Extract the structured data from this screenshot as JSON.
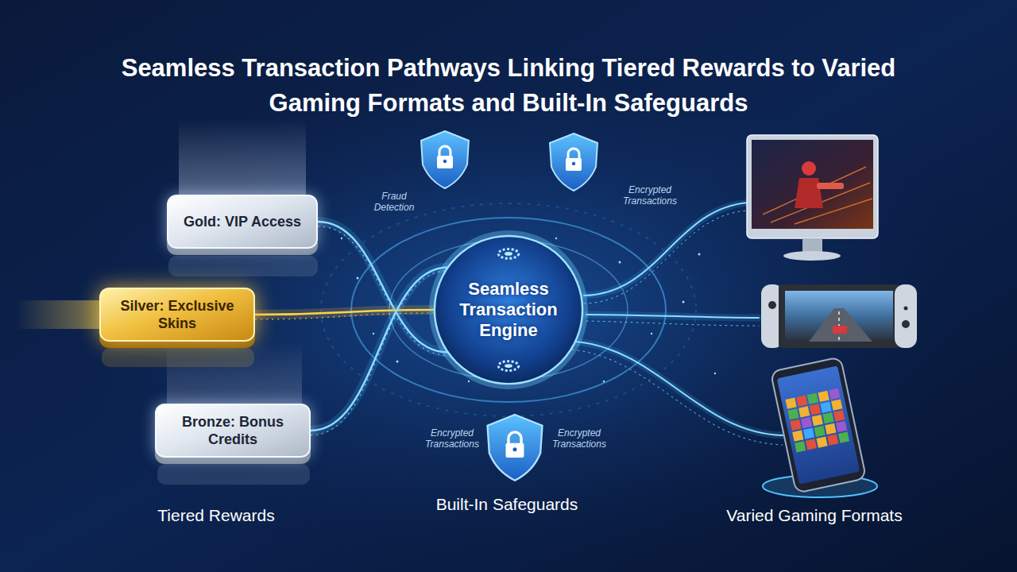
{
  "diagram": {
    "title": "Seamless Transaction Pathways Linking Tiered Rewards to Varied Gaming Formats and Built-In Safeguards",
    "nodes": [
      {
        "text": [
          "Gold: VIP Access"
        ]
      },
      {
        "text": [
          "Silver: Exclusive Skins"
        ]
      },
      {
        "text": [
          "Bronze: Bonus Credits"
        ]
      },
      {
        "text": [
          "Seamless Transaction Engine"
        ]
      }
    ],
    "edges": [
      {
        "from": 0,
        "to": 3,
        "arrow": "none"
      },
      {
        "from": 1,
        "to": 3,
        "arrow": "none"
      },
      {
        "from": 2,
        "to": 3,
        "arrow": "none"
      }
    ],
    "labels": [
      "Fraud Detection",
      "Encrypted Transactions",
      "Encrypted Transactions",
      "Encrypted Transactions",
      "Tiered Rewards",
      "Built-In Safeguards",
      "Varied Gaming Formats"
    ]
  }
}
